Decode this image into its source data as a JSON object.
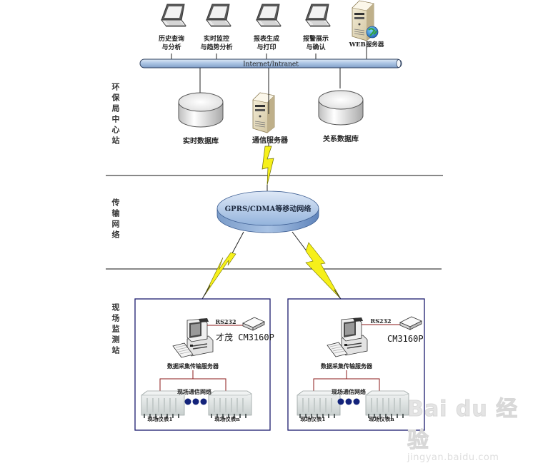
{
  "sections": {
    "center": "环保局中心站",
    "transport": "传输网络",
    "field": "现场监测站"
  },
  "clients": [
    {
      "line1": "历史查询",
      "line2": "与分析"
    },
    {
      "line1": "实时监控",
      "line2": "与趋势分析"
    },
    {
      "line1": "报表生成",
      "line2": "与打印"
    },
    {
      "line1": "报警展示",
      "line2": "与确认"
    }
  ],
  "web_server": "WEB服务器",
  "bus_label": "Internet/Intranet",
  "realtime_db": "实时数据库",
  "comm_server": "通信服务器",
  "relational_db": "关系数据库",
  "mobile_network": "GPRS/CDMA等移动网络",
  "stations": [
    {
      "rs232": "RS232",
      "device": "才茂 CM3160P",
      "server": "数据采集传输服务器",
      "field_network": "现场通信网络",
      "instrument_1": "现场仪表1",
      "instrument_n": "现场仪表n"
    },
    {
      "rs232": "RS232",
      "device": "CM3160P",
      "server": "数据采集传输服务器",
      "field_network": "现场通信网络",
      "instrument_1": "现场仪表1",
      "instrument_n": "现场仪表n"
    }
  ],
  "watermark": {
    "brand": "Bai du 经验",
    "url": "jingyan.baidu.com"
  },
  "colors": {
    "bus": "#a9c3e3",
    "cloud": "#9fbde0",
    "bolt": "#f6f01a",
    "station_border": "#1b1b6e",
    "wire": "#8b1a1a"
  }
}
